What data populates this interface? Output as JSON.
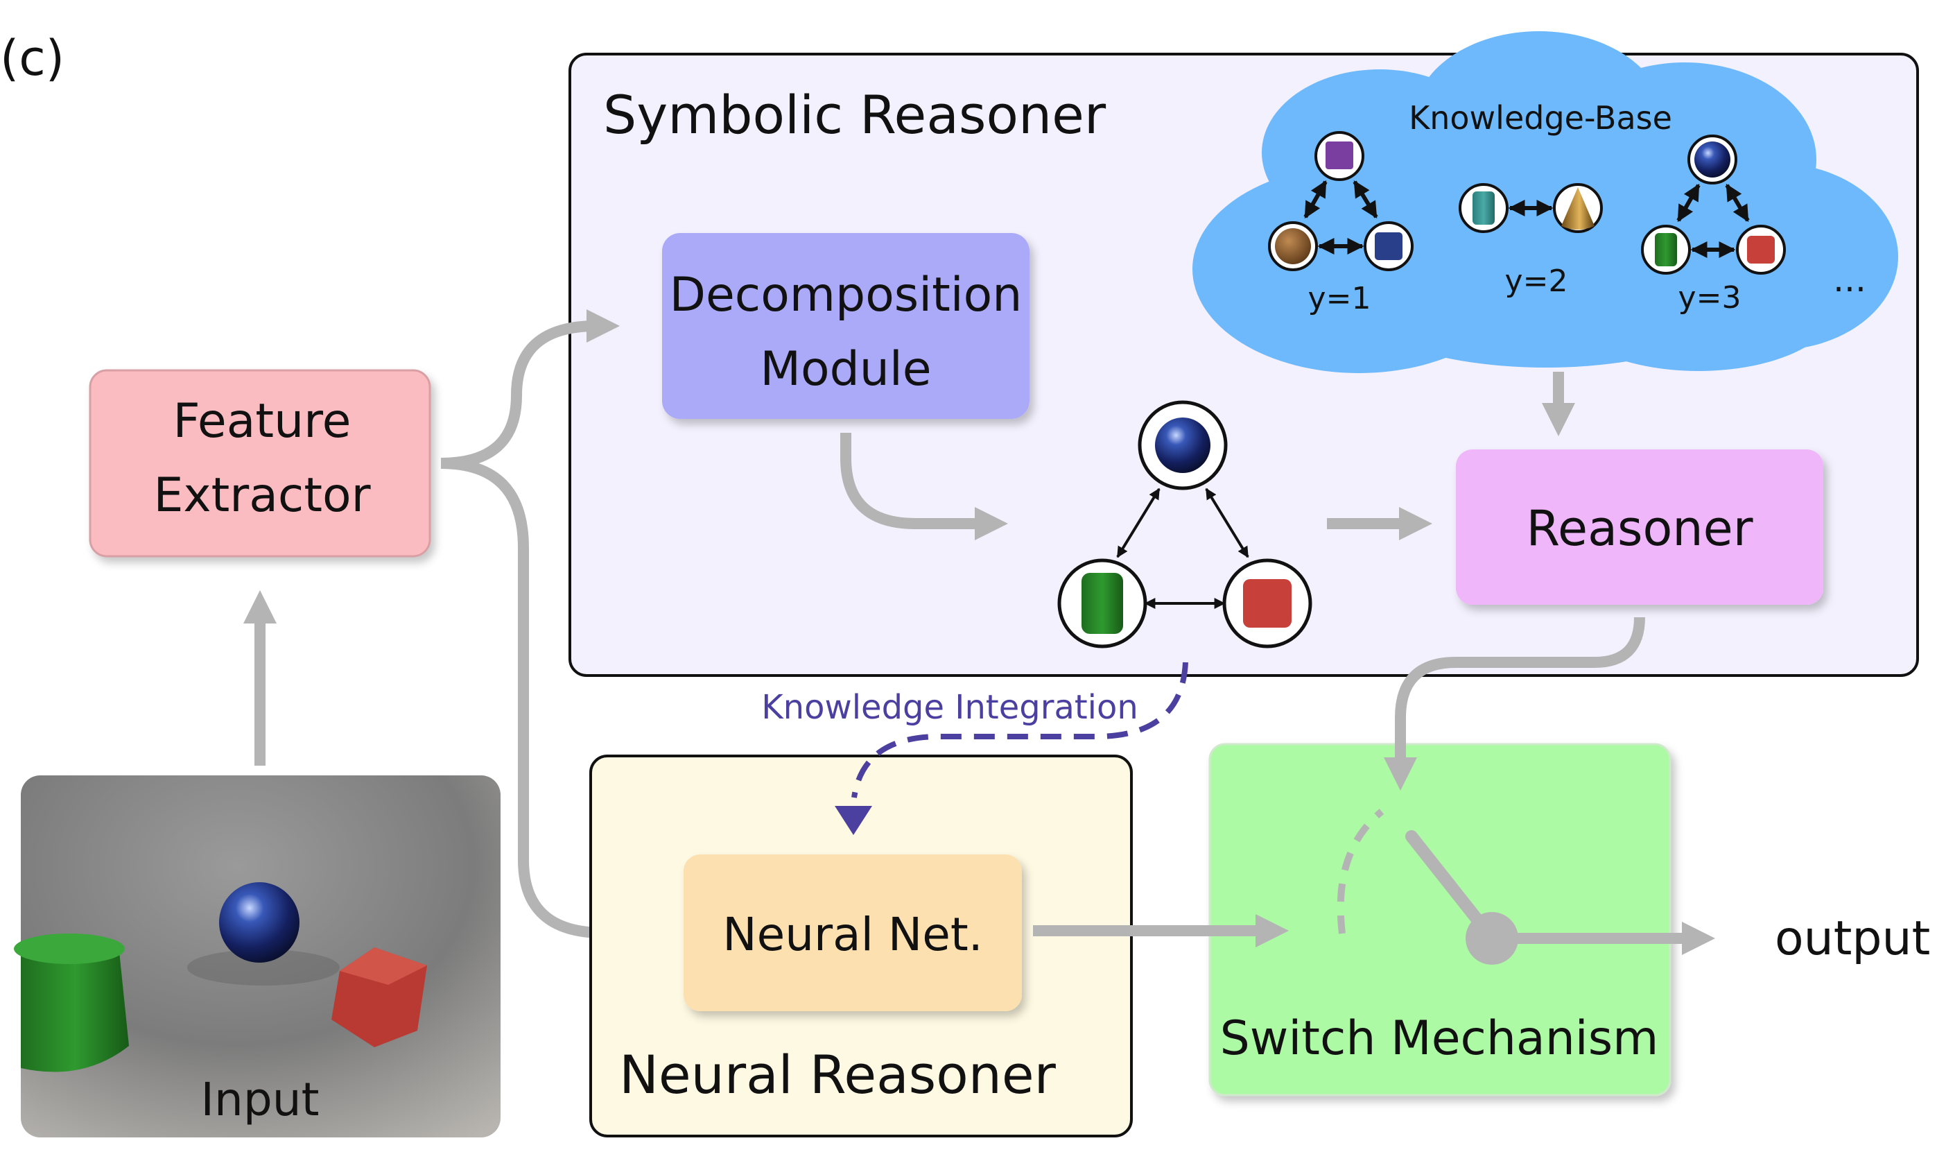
{
  "panel_label": "(c)",
  "symbolic_reasoner": {
    "title": "Symbolic Reasoner"
  },
  "decomposition_module": {
    "line1": "Decomposition",
    "line2": "Module"
  },
  "feature_extractor": {
    "line1": "Feature",
    "line2": "Extractor"
  },
  "knowledge_base": {
    "title": "Knowledge-Base",
    "labels": [
      "y=1",
      "y=2",
      "y=3"
    ],
    "ellipsis": "..."
  },
  "reasoner": {
    "label": "Reasoner"
  },
  "knowledge_integration": {
    "label": "Knowledge Integration"
  },
  "neural_reasoner": {
    "title": "Neural Reasoner",
    "net_label": "Neural Net."
  },
  "switch_mechanism": {
    "label": "Switch Mechanism"
  },
  "output": {
    "label": "output"
  },
  "input": {
    "label": "Input"
  },
  "colors": {
    "symbolic_bg": "#f3f1fd",
    "decomposition": "#abaaf9",
    "feature_extractor": "#fbbcc1",
    "knowledge_cloud": "#6db9fb",
    "reasoner": "#f0b6fa",
    "neural_bg": "#fef9e2",
    "neural_net": "#fde0b0",
    "switch_bg": "#adfaa4",
    "arrow_gray": "#b4b4b4",
    "integration_purple": "#4b3fa0"
  }
}
